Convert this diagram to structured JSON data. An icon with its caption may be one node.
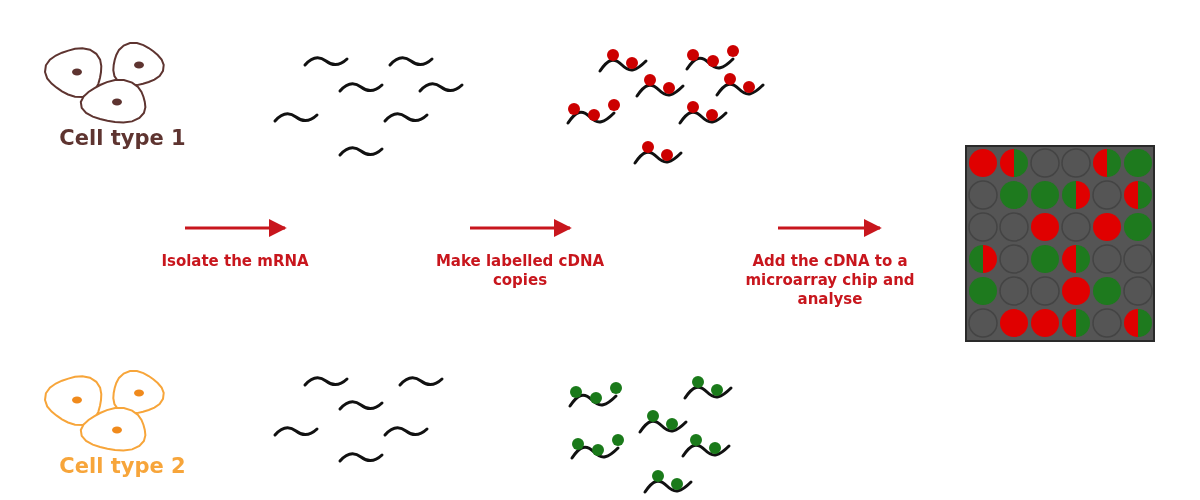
{
  "diagram": {
    "nodes": [
      {
        "text": [
          "Cell type 1"
        ]
      },
      {
        "text": [
          "Cell type 2"
        ]
      },
      {
        "text": [],
        "shape": "picture"
      },
      {
        "text": [],
        "shape": "picture"
      },
      {
        "text": [],
        "shape": "picture"
      },
      {
        "text": [],
        "shape": "picture"
      },
      {
        "text": [],
        "shape": "picture"
      }
    ],
    "labels": [
      "Isolate the mRNA",
      "Make labelled cDNA copies",
      "Add the cDNA to a microarray chip and analyse"
    ]
  }
}
